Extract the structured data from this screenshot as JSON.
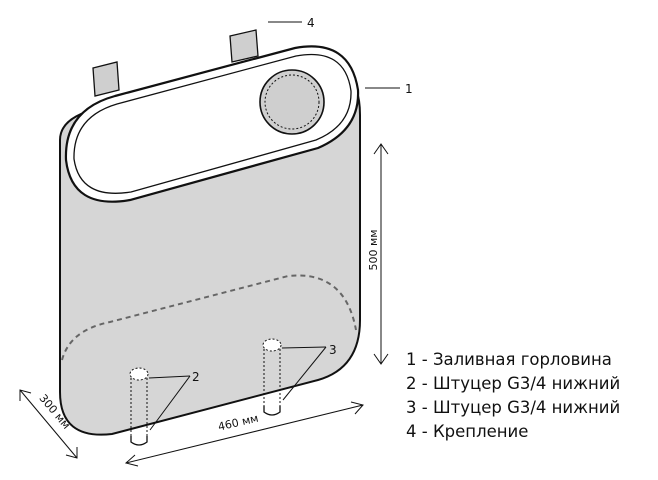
{
  "callouts": {
    "neck": "1",
    "outlet_left": "2",
    "outlet_right": "3",
    "mount": "4"
  },
  "dimensions": {
    "height": "500 мм",
    "width": "460 мм",
    "depth": "300 мм"
  },
  "legend": [
    "1 - Заливная горловина",
    "2 - Штуцер G3/4 нижний",
    "3 - Штуцер G3/4 нижний",
    "4 - Крепление"
  ],
  "colors": {
    "tank_fill": "#d6d6d6",
    "neck_fill": "#cfcfcf",
    "outline": "#111111"
  }
}
